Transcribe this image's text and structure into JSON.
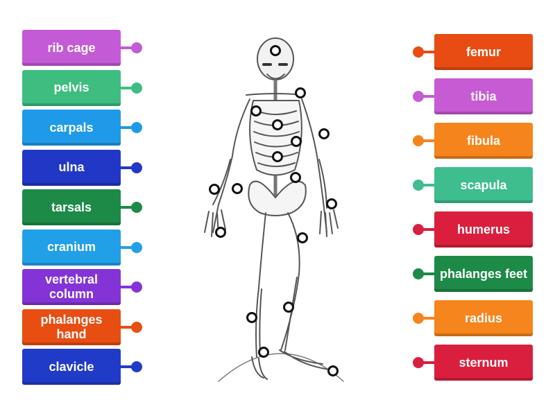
{
  "left_labels": [
    {
      "text": "rib cage",
      "color": "#c35bd6"
    },
    {
      "text": "pelvis",
      "color": "#3ebd81"
    },
    {
      "text": "carpals",
      "color": "#1f9ae8"
    },
    {
      "text": "ulna",
      "color": "#2138c7"
    },
    {
      "text": "tarsals",
      "color": "#1d8a48"
    },
    {
      "text": "cranium",
      "color": "#21a0e8"
    },
    {
      "text": "vertebral column",
      "color": "#8434d6"
    },
    {
      "text": "phalanges hand",
      "color": "#e84d12"
    },
    {
      "text": "clavicle",
      "color": "#213bc9"
    }
  ],
  "right_labels": [
    {
      "text": "femur",
      "color": "#e84c12"
    },
    {
      "text": "tibia",
      "color": "#c65bd4"
    },
    {
      "text": "fibula",
      "color": "#f5841c"
    },
    {
      "text": "scapula",
      "color": "#3ebd8e"
    },
    {
      "text": "humerus",
      "color": "#d91f3d"
    },
    {
      "text": "phalanges feet",
      "color": "#1d8a48"
    },
    {
      "text": "radius",
      "color": "#f5851c"
    },
    {
      "text": "sternum",
      "color": "#d91f3d"
    }
  ],
  "hotspot_count": 20
}
